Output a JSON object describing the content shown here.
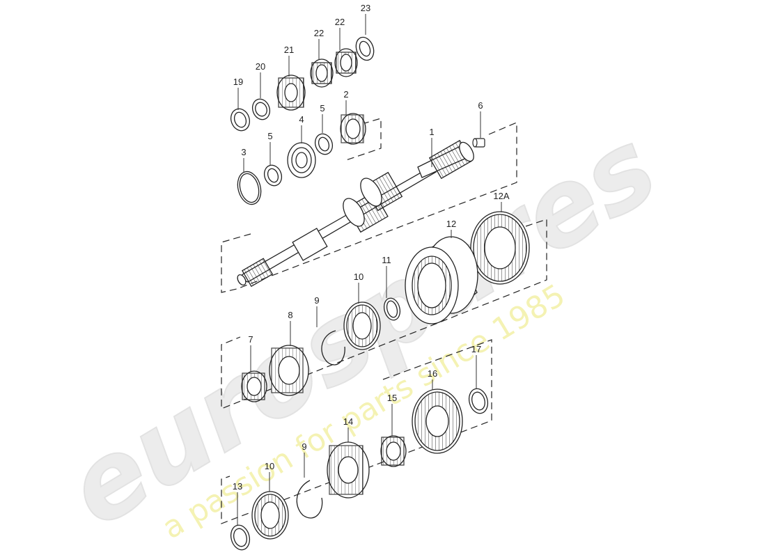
{
  "diagram": {
    "callouts": [
      "23",
      "22",
      "22",
      "21",
      "20",
      "19",
      "2",
      "5",
      "4",
      "5",
      "3",
      "6",
      "1",
      "12A",
      "12",
      "11",
      "10",
      "9",
      "8",
      "7",
      "17",
      "16",
      "15",
      "14",
      "9",
      "10",
      "13"
    ]
  },
  "watermark": {
    "brand": "eurospares",
    "tagline": "a passion for parts since 1985"
  }
}
